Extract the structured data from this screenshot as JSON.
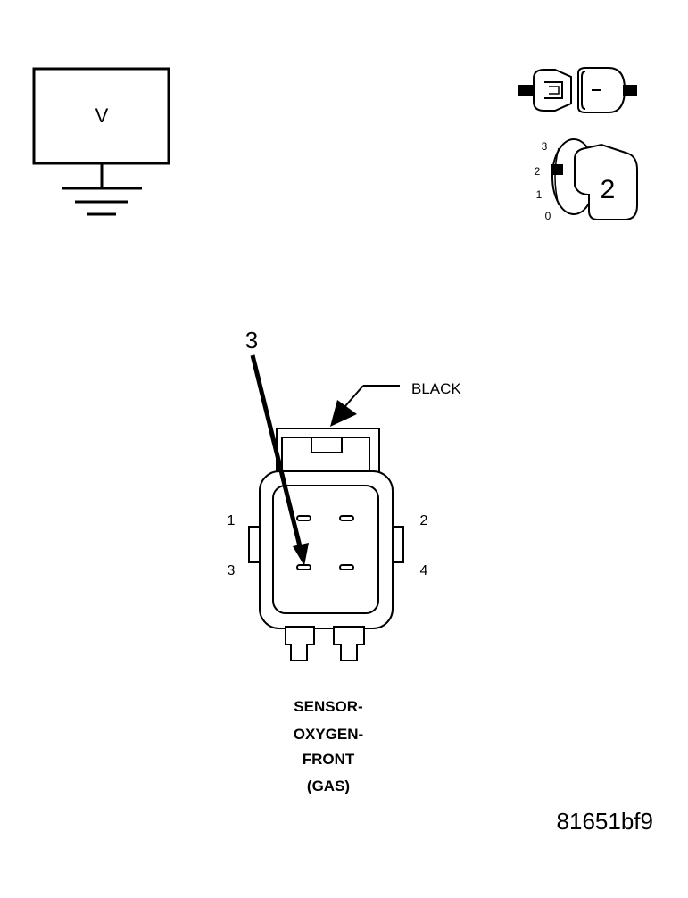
{
  "voltmeter": {
    "symbol": "V"
  },
  "ignition": {
    "positions": [
      "3",
      "2",
      "1",
      "0"
    ],
    "key_number": "2"
  },
  "callout": {
    "pin": "3",
    "color_label": "BLACK"
  },
  "connector": {
    "pins": [
      {
        "label": "1"
      },
      {
        "label": "2"
      },
      {
        "label": "3"
      },
      {
        "label": "4"
      }
    ],
    "caption_lines": [
      "SENSOR-",
      "OXYGEN-",
      "FRONT",
      "(GAS)"
    ]
  },
  "figure_id": "81651bf9"
}
